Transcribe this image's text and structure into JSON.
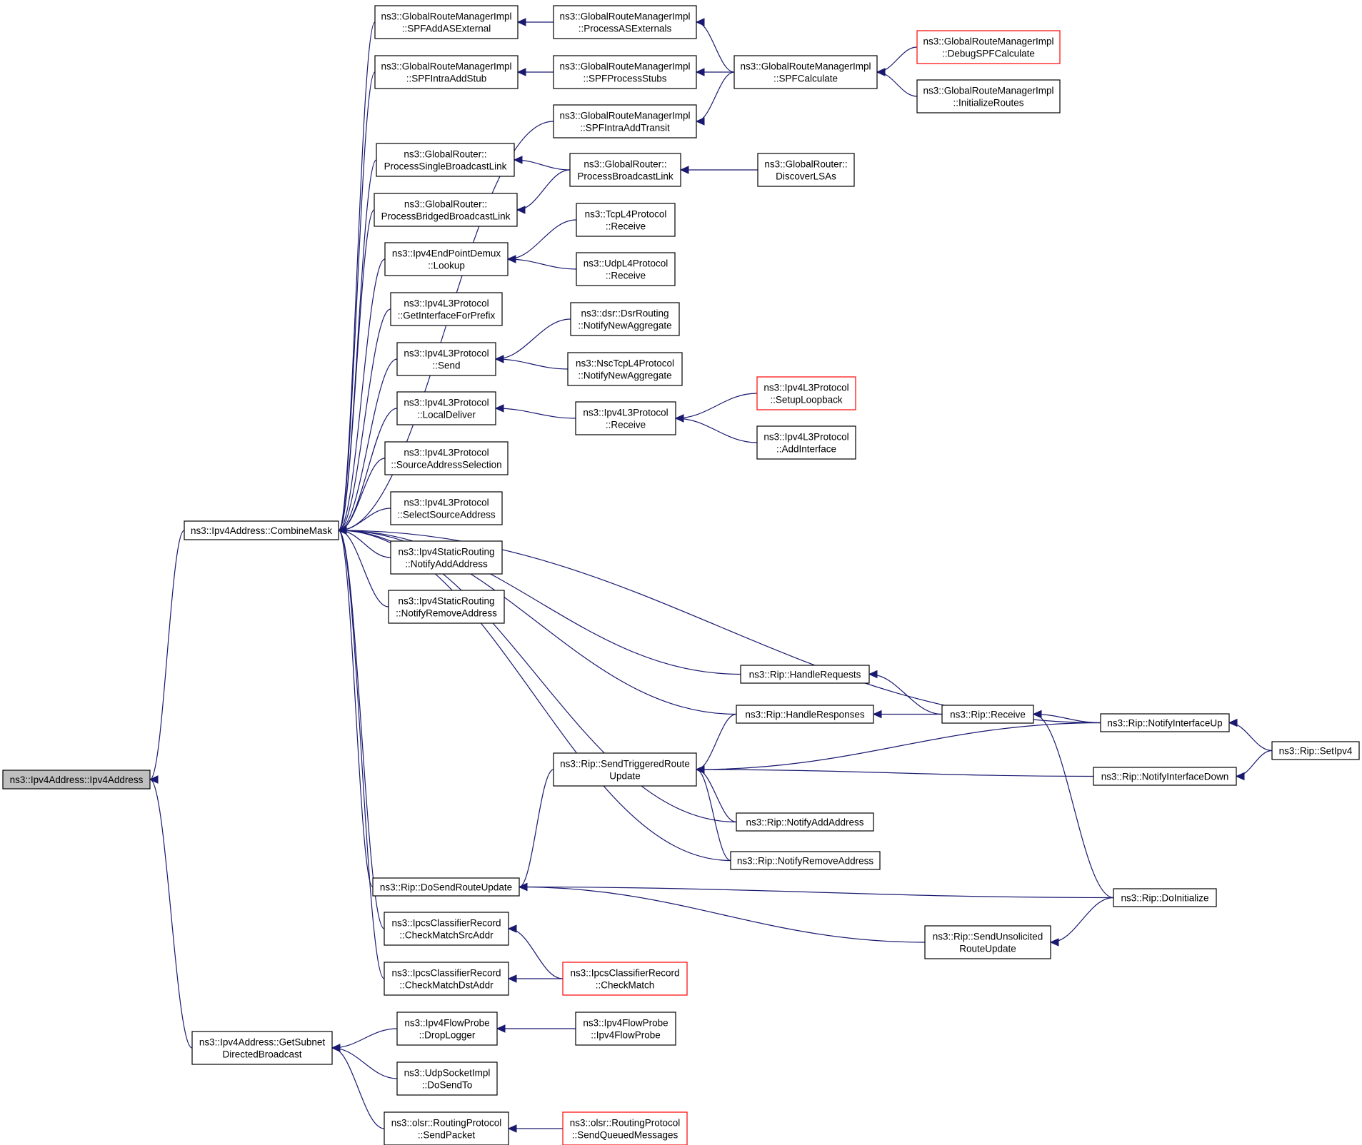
{
  "graph": {
    "colors": {
      "edge": "#191970",
      "highlight_border": "#ff0000",
      "root_fill": "#bfbfbf",
      "node_border": "#000000"
    },
    "nodes": [
      {
        "id": "n_root",
        "lines": [
          "ns3::Ipv4Address::Ipv4Address"
        ],
        "style": "root"
      },
      {
        "id": "n_combine",
        "lines": [
          "ns3::Ipv4Address::CombineMask"
        ],
        "style": "normal"
      },
      {
        "id": "n_getsubnet",
        "lines": [
          "ns3::Ipv4Address::GetSubnet",
          "DirectedBroadcast"
        ],
        "style": "normal"
      },
      {
        "id": "n_spfaddas",
        "lines": [
          "ns3::GlobalRouteManagerImpl",
          "::SPFAddASExternal"
        ],
        "style": "normal"
      },
      {
        "id": "n_spfintrastub",
        "lines": [
          "ns3::GlobalRouteManagerImpl",
          "::SPFIntraAddStub"
        ],
        "style": "normal"
      },
      {
        "id": "n_procsingle",
        "lines": [
          "ns3::GlobalRouter::",
          "ProcessSingleBroadcastLink"
        ],
        "style": "normal"
      },
      {
        "id": "n_procbridged",
        "lines": [
          "ns3::GlobalRouter::",
          "ProcessBridgedBroadcastLink"
        ],
        "style": "normal"
      },
      {
        "id": "n_lookup",
        "lines": [
          "ns3::Ipv4EndPointDemux",
          "::Lookup"
        ],
        "style": "normal"
      },
      {
        "id": "n_getiface",
        "lines": [
          "ns3::Ipv4L3Protocol",
          "::GetInterfaceForPrefix"
        ],
        "style": "normal"
      },
      {
        "id": "n_send",
        "lines": [
          "ns3::Ipv4L3Protocol",
          "::Send"
        ],
        "style": "normal"
      },
      {
        "id": "n_localdeliver",
        "lines": [
          "ns3::Ipv4L3Protocol",
          "::LocalDeliver"
        ],
        "style": "normal"
      },
      {
        "id": "n_srcaddrsel",
        "lines": [
          "ns3::Ipv4L3Protocol",
          "::SourceAddressSelection"
        ],
        "style": "normal"
      },
      {
        "id": "n_selsrc",
        "lines": [
          "ns3::Ipv4L3Protocol",
          "::SelectSourceAddress"
        ],
        "style": "normal"
      },
      {
        "id": "n_staticadd",
        "lines": [
          "ns3::Ipv4StaticRouting",
          "::NotifyAddAddress"
        ],
        "style": "normal"
      },
      {
        "id": "n_staticremove",
        "lines": [
          "ns3::Ipv4StaticRouting",
          "::NotifyRemoveAddress"
        ],
        "style": "normal"
      },
      {
        "id": "n_dosend",
        "lines": [
          "ns3::Rip::DoSendRouteUpdate"
        ],
        "style": "normal"
      },
      {
        "id": "n_matchsrc",
        "lines": [
          "ns3::IpcsClassifierRecord",
          "::CheckMatchSrcAddr"
        ],
        "style": "normal"
      },
      {
        "id": "n_matchdst",
        "lines": [
          "ns3::IpcsClassifierRecord",
          "::CheckMatchDstAddr"
        ],
        "style": "normal"
      },
      {
        "id": "n_droplogger",
        "lines": [
          "ns3::Ipv4FlowProbe",
          "::DropLogger"
        ],
        "style": "normal"
      },
      {
        "id": "n_udpdosend",
        "lines": [
          "ns3::UdpSocketImpl",
          "::DoSendTo"
        ],
        "style": "normal"
      },
      {
        "id": "n_olsrsend",
        "lines": [
          "ns3::olsr::RoutingProtocol",
          "::SendPacket"
        ],
        "style": "normal"
      },
      {
        "id": "n_procasext",
        "lines": [
          "ns3::GlobalRouteManagerImpl",
          "::ProcessASExternals"
        ],
        "style": "normal"
      },
      {
        "id": "n_spfprocstubs",
        "lines": [
          "ns3::GlobalRouteManagerImpl",
          "::SPFProcessStubs"
        ],
        "style": "normal"
      },
      {
        "id": "n_spfintratransit",
        "lines": [
          "ns3::GlobalRouteManagerImpl",
          "::SPFIntraAddTransit"
        ],
        "style": "normal"
      },
      {
        "id": "n_procbroadcast",
        "lines": [
          "ns3::GlobalRouter::",
          "ProcessBroadcastLink"
        ],
        "style": "normal"
      },
      {
        "id": "n_tcprecv",
        "lines": [
          "ns3::TcpL4Protocol",
          "::Receive"
        ],
        "style": "normal"
      },
      {
        "id": "n_udprecv",
        "lines": [
          "ns3::UdpL4Protocol",
          "::Receive"
        ],
        "style": "normal"
      },
      {
        "id": "n_dsragg",
        "lines": [
          "ns3::dsr::DsrRouting",
          "::NotifyNewAggregate"
        ],
        "style": "normal"
      },
      {
        "id": "n_nscagg",
        "lines": [
          "ns3::NscTcpL4Protocol",
          "::NotifyNewAggregate"
        ],
        "style": "normal"
      },
      {
        "id": "n_l3recv",
        "lines": [
          "ns3::Ipv4L3Protocol",
          "::Receive"
        ],
        "style": "normal"
      },
      {
        "id": "n_sendtrig",
        "lines": [
          "ns3::Rip::SendTriggeredRoute",
          "Update"
        ],
        "style": "normal"
      },
      {
        "id": "n_checkmatch",
        "lines": [
          "ns3::IpcsClassifierRecord",
          "::CheckMatch"
        ],
        "style": "red"
      },
      {
        "id": "n_flowprobe",
        "lines": [
          "ns3::Ipv4FlowProbe",
          "::Ipv4FlowProbe"
        ],
        "style": "normal"
      },
      {
        "id": "n_sendqueued",
        "lines": [
          "ns3::olsr::RoutingProtocol",
          "::SendQueuedMessages"
        ],
        "style": "red"
      },
      {
        "id": "n_spfcalc",
        "lines": [
          "ns3::GlobalRouteManagerImpl",
          "::SPFCalculate"
        ],
        "style": "normal"
      },
      {
        "id": "n_discover",
        "lines": [
          "ns3::GlobalRouter::",
          "DiscoverLSAs"
        ],
        "style": "normal"
      },
      {
        "id": "n_setuploop",
        "lines": [
          "ns3::Ipv4L3Protocol",
          "::SetupLoopback"
        ],
        "style": "red"
      },
      {
        "id": "n_addiface",
        "lines": [
          "ns3::Ipv4L3Protocol",
          "::AddInterface"
        ],
        "style": "normal"
      },
      {
        "id": "n_handlereq",
        "lines": [
          "ns3::Rip::HandleRequests"
        ],
        "style": "normal"
      },
      {
        "id": "n_handleresp",
        "lines": [
          "ns3::Rip::HandleResponses"
        ],
        "style": "normal"
      },
      {
        "id": "n_ripnotifyadd",
        "lines": [
          "ns3::Rip::NotifyAddAddress"
        ],
        "style": "normal"
      },
      {
        "id": "n_ripnotifyremove",
        "lines": [
          "ns3::Rip::NotifyRemoveAddress"
        ],
        "style": "normal"
      },
      {
        "id": "n_sendunsol",
        "lines": [
          "ns3::Rip::SendUnsolicited",
          "RouteUpdate"
        ],
        "style": "normal"
      },
      {
        "id": "n_debugspf",
        "lines": [
          "ns3::GlobalRouteManagerImpl",
          "::DebugSPFCalculate"
        ],
        "style": "red"
      },
      {
        "id": "n_initroutes",
        "lines": [
          "ns3::GlobalRouteManagerImpl",
          "::InitializeRoutes"
        ],
        "style": "normal"
      },
      {
        "id": "n_riprecv",
        "lines": [
          "ns3::Rip::Receive"
        ],
        "style": "normal"
      },
      {
        "id": "n_ifaceup",
        "lines": [
          "ns3::Rip::NotifyInterfaceUp"
        ],
        "style": "normal"
      },
      {
        "id": "n_ifacedown",
        "lines": [
          "ns3::Rip::NotifyInterfaceDown"
        ],
        "style": "normal"
      },
      {
        "id": "n_doinit",
        "lines": [
          "ns3::Rip::DoInitialize"
        ],
        "style": "normal"
      },
      {
        "id": "n_setipv4",
        "lines": [
          "ns3::Rip::SetIpv4"
        ],
        "style": "normal"
      }
    ],
    "edges": [
      {
        "from": "n_combine",
        "to": "n_root"
      },
      {
        "from": "n_getsubnet",
        "to": "n_root"
      },
      {
        "from": "n_spfaddas",
        "to": "n_combine"
      },
      {
        "from": "n_spfintrastub",
        "to": "n_combine"
      },
      {
        "from": "n_spfintratransit",
        "to": "n_combine"
      },
      {
        "from": "n_procsingle",
        "to": "n_combine"
      },
      {
        "from": "n_procbridged",
        "to": "n_combine"
      },
      {
        "from": "n_lookup",
        "to": "n_combine"
      },
      {
        "from": "n_getiface",
        "to": "n_combine"
      },
      {
        "from": "n_send",
        "to": "n_combine"
      },
      {
        "from": "n_localdeliver",
        "to": "n_combine"
      },
      {
        "from": "n_srcaddrsel",
        "to": "n_combine"
      },
      {
        "from": "n_selsrc",
        "to": "n_combine"
      },
      {
        "from": "n_staticadd",
        "to": "n_combine"
      },
      {
        "from": "n_staticremove",
        "to": "n_combine"
      },
      {
        "from": "n_ifaceup",
        "to": "n_combine"
      },
      {
        "from": "n_handlereq",
        "to": "n_combine"
      },
      {
        "from": "n_handleresp",
        "to": "n_combine"
      },
      {
        "from": "n_ripnotifyadd",
        "to": "n_combine"
      },
      {
        "from": "n_ripnotifyremove",
        "to": "n_combine"
      },
      {
        "from": "n_dosend",
        "to": "n_combine"
      },
      {
        "from": "n_matchsrc",
        "to": "n_combine"
      },
      {
        "from": "n_matchdst",
        "to": "n_combine"
      },
      {
        "from": "n_droplogger",
        "to": "n_getsubnet"
      },
      {
        "from": "n_udpdosend",
        "to": "n_getsubnet"
      },
      {
        "from": "n_olsrsend",
        "to": "n_getsubnet"
      },
      {
        "from": "n_procasext",
        "to": "n_spfaddas"
      },
      {
        "from": "n_spfprocstubs",
        "to": "n_spfintrastub"
      },
      {
        "from": "n_spfcalc",
        "to": "n_procasext"
      },
      {
        "from": "n_spfcalc",
        "to": "n_spfprocstubs"
      },
      {
        "from": "n_spfcalc",
        "to": "n_spfintratransit"
      },
      {
        "from": "n_debugspf",
        "to": "n_spfcalc"
      },
      {
        "from": "n_initroutes",
        "to": "n_spfcalc"
      },
      {
        "from": "n_procbroadcast",
        "to": "n_procsingle"
      },
      {
        "from": "n_procbroadcast",
        "to": "n_procbridged"
      },
      {
        "from": "n_discover",
        "to": "n_procbroadcast"
      },
      {
        "from": "n_tcprecv",
        "to": "n_lookup"
      },
      {
        "from": "n_udprecv",
        "to": "n_lookup"
      },
      {
        "from": "n_dsragg",
        "to": "n_send"
      },
      {
        "from": "n_nscagg",
        "to": "n_send"
      },
      {
        "from": "n_l3recv",
        "to": "n_localdeliver"
      },
      {
        "from": "n_setuploop",
        "to": "n_l3recv"
      },
      {
        "from": "n_addiface",
        "to": "n_l3recv"
      },
      {
        "from": "n_riprecv",
        "to": "n_handlereq"
      },
      {
        "from": "n_riprecv",
        "to": "n_handleresp"
      },
      {
        "from": "n_ifaceup",
        "to": "n_riprecv"
      },
      {
        "from": "n_doinit",
        "to": "n_riprecv"
      },
      {
        "from": "n_handleresp",
        "to": "n_sendtrig"
      },
      {
        "from": "n_ifaceup",
        "to": "n_sendtrig"
      },
      {
        "from": "n_ifacedown",
        "to": "n_sendtrig"
      },
      {
        "from": "n_ripnotifyadd",
        "to": "n_sendtrig"
      },
      {
        "from": "n_ripnotifyremove",
        "to": "n_sendtrig"
      },
      {
        "from": "n_setipv4",
        "to": "n_ifaceup"
      },
      {
        "from": "n_setipv4",
        "to": "n_ifacedown"
      },
      {
        "from": "n_sendtrig",
        "to": "n_dosend"
      },
      {
        "from": "n_doinit",
        "to": "n_dosend"
      },
      {
        "from": "n_sendunsol",
        "to": "n_dosend"
      },
      {
        "from": "n_doinit",
        "to": "n_sendunsol"
      },
      {
        "from": "n_checkmatch",
        "to": "n_matchsrc"
      },
      {
        "from": "n_checkmatch",
        "to": "n_matchdst"
      },
      {
        "from": "n_flowprobe",
        "to": "n_droplogger"
      },
      {
        "from": "n_sendqueued",
        "to": "n_olsrsend"
      }
    ]
  }
}
